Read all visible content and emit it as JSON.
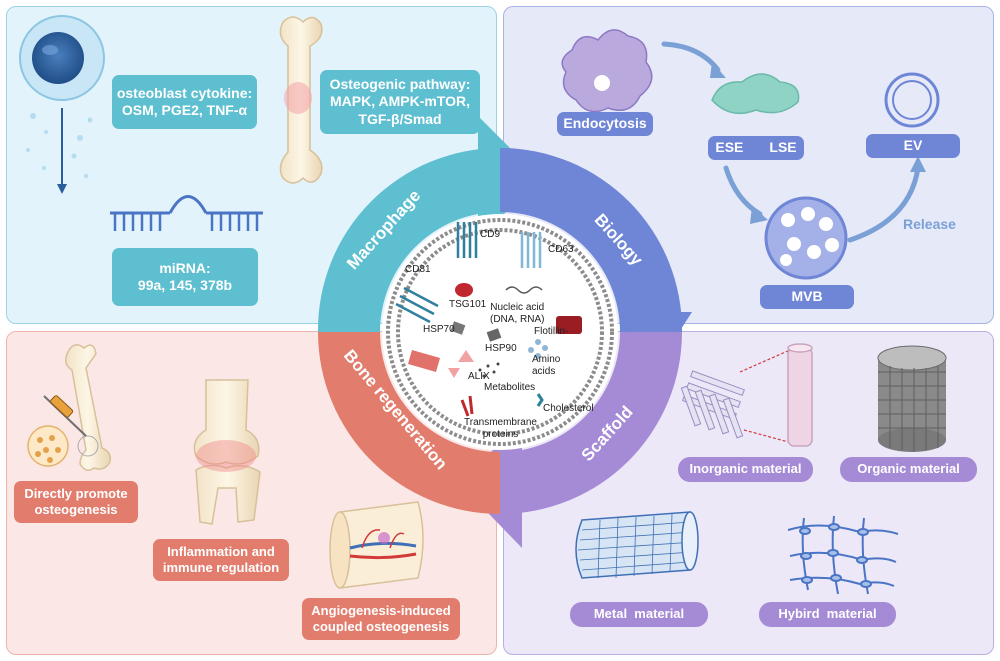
{
  "macrophage_panel": {
    "cytokine_label": "osteoblast cytokine:",
    "cytokine_values": "OSM, PGE2, TNF-α",
    "pathway_label": "Osteogenic pathway:",
    "pathway_values_1": "MAPK, AMPK-mTOR,",
    "pathway_values_2": "TGF-β/Smad",
    "mirna_label": "miRNA:",
    "mirna_values": "99a, 145, 378b"
  },
  "biology_panel": {
    "endocytosis": "Endocytosis",
    "ese_lse_left": "ESE",
    "ese_lse_right": "LSE",
    "ev": "EV",
    "mvb": "MVB",
    "release": "Release"
  },
  "scaffold_panel": {
    "inorganic": "Inorganic material",
    "organic": "Organic material",
    "metal": "Metal  material",
    "hybrid": "Hybird  material"
  },
  "bone_panel": {
    "direct_1": "Directly promote",
    "direct_2": "osteogenesis",
    "inflam_1": "Inflammation and",
    "inflam_2": "immune regulation",
    "angio_1": "Angiogenesis-induced",
    "angio_2": "coupled osteogenesis"
  },
  "cycle": {
    "macrophage": "Macrophage",
    "biology": "Biology",
    "scaffold": "Scaffold",
    "bone": "Bone regeneration"
  },
  "ev_center": {
    "cd9": "CD9",
    "cd63": "CD63",
    "cd81": "CD81",
    "tsg101": "TSG101",
    "nucleic_1": "Nucleic acid",
    "nucleic_2": "(DNA, RNA)",
    "flotillin": "Flotillin-",
    "hsp70": "HSP70",
    "hsp90": "HSP90",
    "amino_1": "Amino",
    "amino_2": "acids",
    "alix": "ALIX",
    "metabolites": "Metabolites",
    "cholesterol": "Cholesterol",
    "trans_1": "Transmembrane",
    "trans_2": "proteins"
  },
  "colors": {
    "teal": "#5ebfd0",
    "blue": "#6f85d6",
    "purple": "#a58ad6",
    "red": "#e27d6e"
  }
}
